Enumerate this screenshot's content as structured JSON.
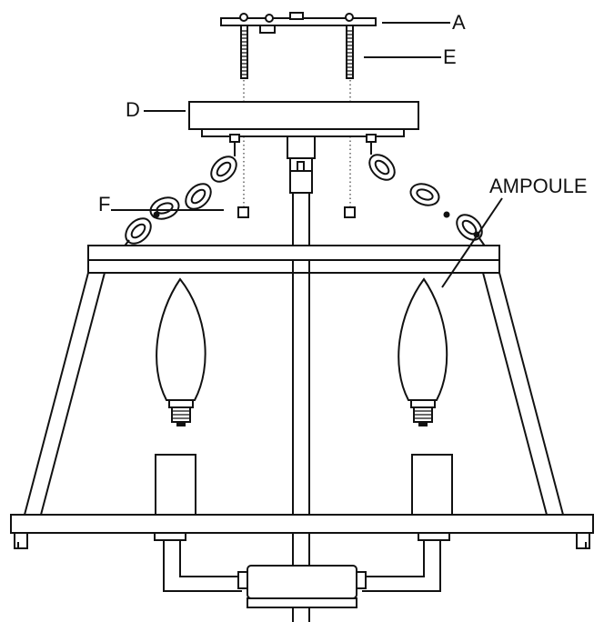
{
  "labels": {
    "a": "A",
    "e": "E",
    "d": "D",
    "f": "F",
    "bulb": "AMPOULE"
  }
}
